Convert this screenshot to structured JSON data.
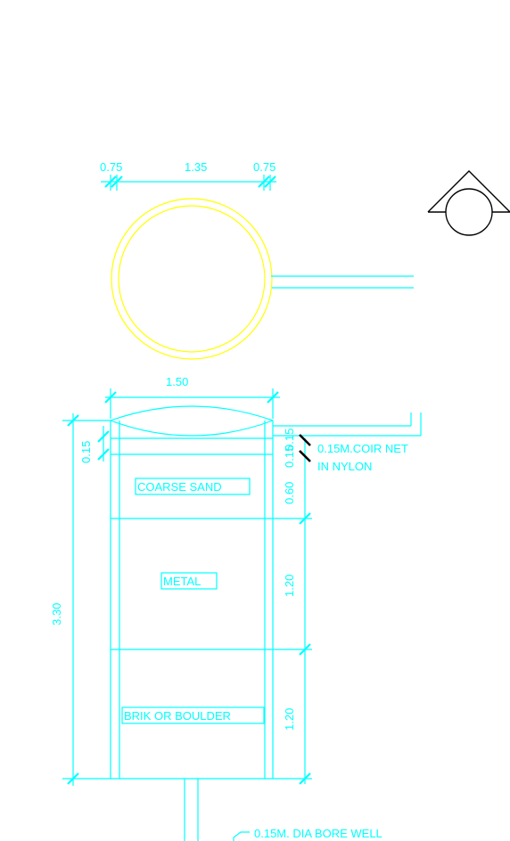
{
  "top_dimensions": {
    "left": "0.75",
    "middle": "1.35",
    "right": "0.75"
  },
  "section": {
    "width_dim": "1.50",
    "total_depth_dim": "3.30",
    "left_cover_dim": "0.15",
    "right_dims": {
      "cover": "0.15",
      "coarse_sand": "0.60",
      "metal": "1.20",
      "brick": "1.20"
    },
    "layers": {
      "coarse_sand": "COARSE SAND",
      "metal": "METAL",
      "brick": "BRIK OR BOULDER"
    },
    "net_note": {
      "line1": "0.15M.COIR NET",
      "line2": "IN NYLON"
    },
    "bore_well_note": "0.15M. DIA BORE WELL"
  },
  "colors": {
    "drawing_lines": "#00ffff",
    "plan_circle": "#ffff00",
    "north_symbol": "#000000"
  },
  "icons": {
    "north": "north-arrow-icon"
  }
}
